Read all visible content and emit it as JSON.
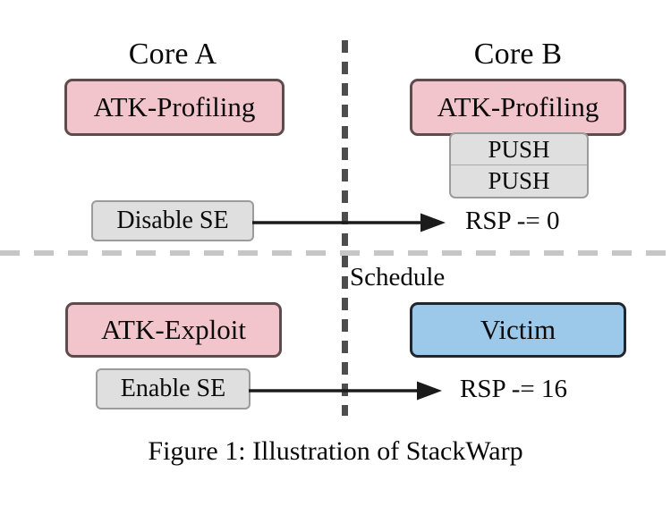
{
  "figure": {
    "caption": "Figure 1: Illustration of StackWarp",
    "schedule_label": "Schedule"
  },
  "columns": {
    "left": {
      "header": "Core A"
    },
    "right": {
      "header": "Core B"
    }
  },
  "phase_top": {
    "left": {
      "process_box": "ATK-Profiling",
      "action_box": "Disable SE"
    },
    "right": {
      "process_box": "ATK-Profiling",
      "stack_entries": [
        "PUSH",
        "PUSH"
      ],
      "result_text": "RSP -= 0"
    }
  },
  "phase_bottom": {
    "left": {
      "process_box": "ATK-Exploit",
      "action_box": "Enable SE"
    },
    "right": {
      "process_box": "Victim",
      "result_text": "RSP -= 16"
    }
  },
  "colors": {
    "attacker_fill": "#f2c4cb",
    "attacker_border": "#5e4b4d",
    "victim_fill": "#9cc8e9",
    "victim_border": "#21262e",
    "action_fill": "#dfdfdf",
    "action_border": "#9b9b9b",
    "divider_vertical": "#4d4d4d",
    "divider_horizontal": "#c6c6c6",
    "arrow": "#1b1b1b",
    "background": "#ffffff"
  }
}
